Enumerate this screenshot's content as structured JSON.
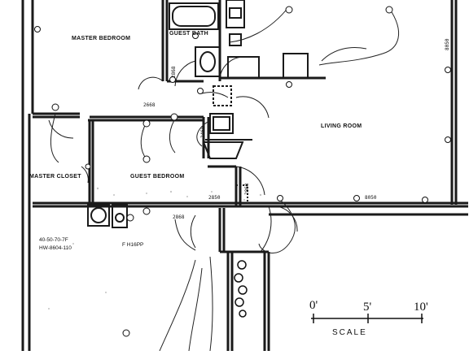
{
  "rooms": {
    "master_bedroom": "MASTER BEDROOM",
    "guest_bath": "GUEST BATH",
    "living_room": "LIVING ROOM",
    "guest_bedroom": "GUEST BEDROOM",
    "master_closet": "MASTER CLOSET"
  },
  "dimensions": {
    "d_2868_top": "2868",
    "d_2668": "2668",
    "d_2460": "2460",
    "d_2850": "2850",
    "d_2868_left": "2868",
    "d_2868_door": "2868",
    "d_8050_bottom": "8050",
    "d_8050_right": "8050"
  },
  "notes": {
    "line1": "40-50-70-7F",
    "line2": "HW-8604-110",
    "line3": "F H16PP"
  },
  "scale": {
    "label_0": "0'",
    "label_5": "5'",
    "label_10": "10'",
    "word": "SCALE"
  }
}
